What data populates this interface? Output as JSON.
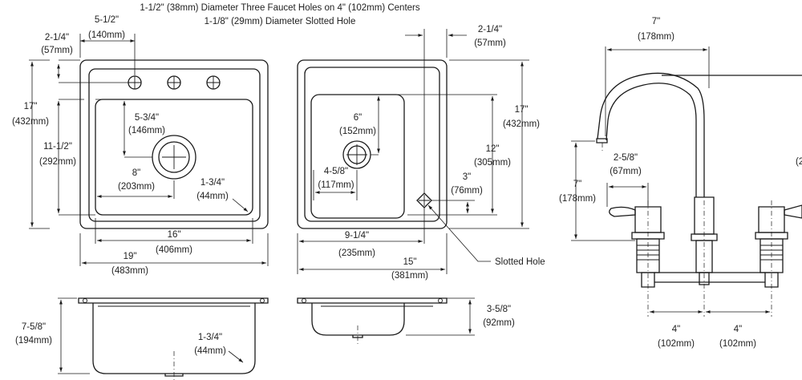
{
  "header": {
    "line1": "1-1/2\" (38mm) Diameter Three Faucet Holes on 4\" (102mm) Centers",
    "line2": "1-1/8\" (29mm) Diameter Slotted Hole"
  },
  "left_sink": {
    "d_5_1_2": "5-1/2\"",
    "d_5_1_2_mm": "(140mm)",
    "d_2_1_4": "2-1/4\"",
    "d_2_1_4_mm": "(57mm)",
    "d_17": "17\"",
    "d_17_mm": "(432mm)",
    "d_11_1_2": "11-1/2\"",
    "d_11_1_2_mm": "(292mm)",
    "d_5_3_4": "5-3/4\"",
    "d_5_3_4_mm": "(146mm)",
    "d_8": "8\"",
    "d_8_mm": "(203mm)",
    "d_1_3_4": "1-3/4\"",
    "d_1_3_4_mm": "(44mm)",
    "d_16": "16\"",
    "d_16_mm": "(406mm)",
    "d_19": "19\"",
    "d_19_mm": "(483mm)"
  },
  "right_sink": {
    "d_2_1_4": "2-1/4\"",
    "d_2_1_4_mm": "(57mm)",
    "d_6": "6\"",
    "d_6_mm": "(152mm)",
    "d_17": "17\"",
    "d_17_mm": "(432mm)",
    "d_12": "12\"",
    "d_12_mm": "(305mm)",
    "d_4_5_8": "4-5/8\"",
    "d_4_5_8_mm": "(117mm)",
    "d_3": "3\"",
    "d_3_mm": "(76mm)",
    "d_9_1_4": "9-1/4\"",
    "d_9_1_4_mm": "(235mm)",
    "d_15": "15\"",
    "d_15_mm": "(381mm)",
    "slotted_hole": "Slotted Hole"
  },
  "side_views": {
    "d_7_5_8": "7-5/8\"",
    "d_7_5_8_mm": "(194mm)",
    "d_1_3_4": "1-3/4\"",
    "d_1_3_4_mm": "(44mm)",
    "d_3_5_8": "3-5/8\"",
    "d_3_5_8_mm": "(92mm)"
  },
  "faucet": {
    "d_7_top": "7\"",
    "d_7_top_mm": "(178mm)",
    "d_2_5_8": "2-5/8\"",
    "d_2_5_8_mm": "(67mm)",
    "d_7_left": "7\"",
    "d_7_left_mm": "(178mm)",
    "d_4_a": "4\"",
    "d_4_a_mm": "(102mm)",
    "d_4_b": "4\"",
    "d_4_b_mm": "(102mm)",
    "partial_right": "(2"
  }
}
